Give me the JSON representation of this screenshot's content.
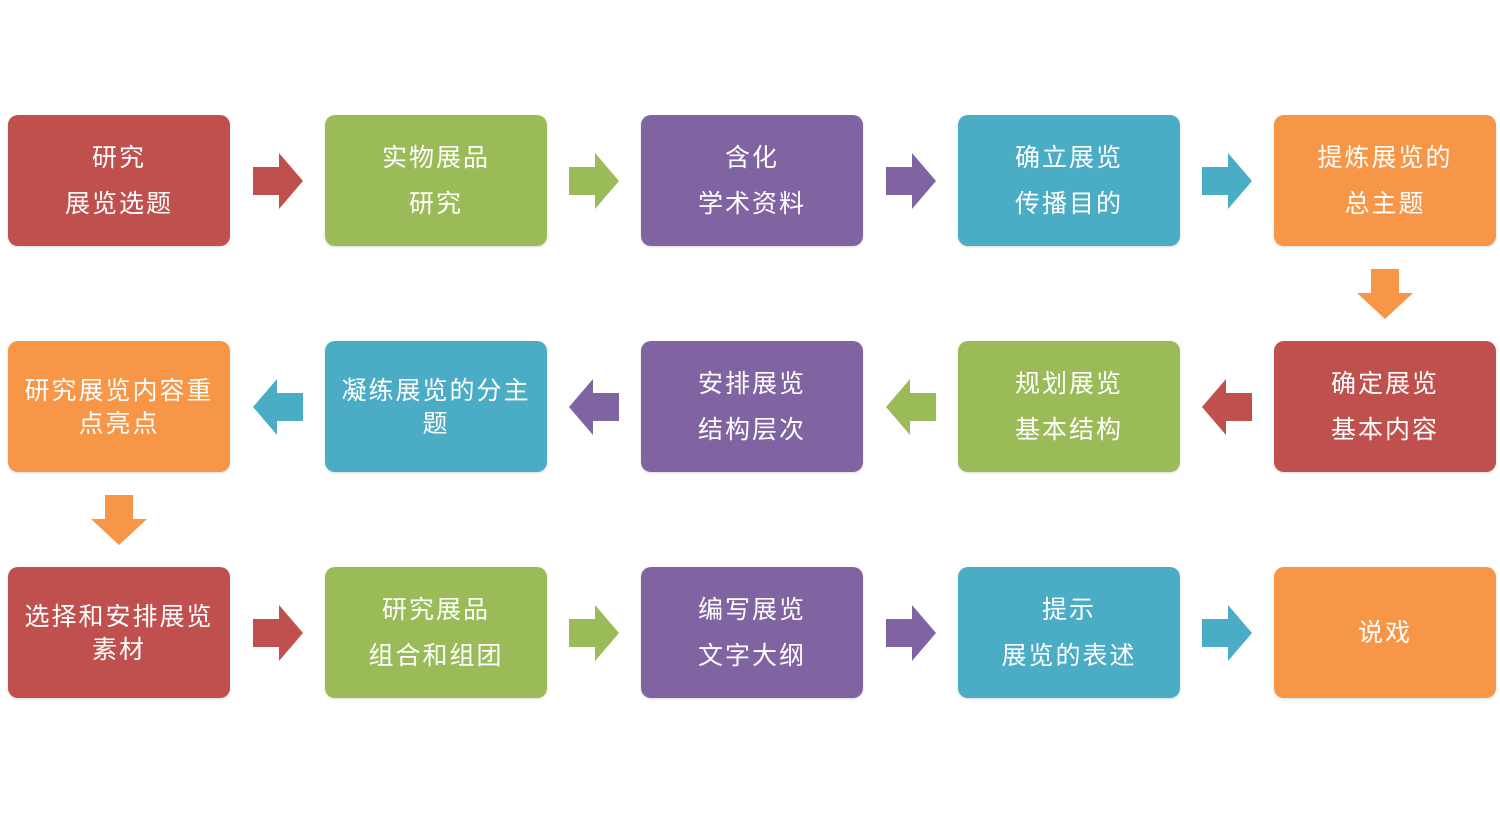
{
  "colors": {
    "red": "#c0504d",
    "green": "#9bbb59",
    "purple": "#8064a2",
    "teal": "#4bacc6",
    "orange": "#f79646"
  },
  "steps": [
    {
      "lines": [
        "研究",
        "展览选题"
      ],
      "color": "red"
    },
    {
      "lines": [
        "实物展品",
        "研究"
      ],
      "color": "green"
    },
    {
      "lines": [
        "含化",
        "学术资料"
      ],
      "color": "purple"
    },
    {
      "lines": [
        "确立展览",
        "传播目的"
      ],
      "color": "teal"
    },
    {
      "lines": [
        "提炼展览的",
        "总主题"
      ],
      "color": "orange"
    },
    {
      "lines": [
        "确定展览",
        "基本内容"
      ],
      "color": "red"
    },
    {
      "lines": [
        "规划展览",
        "基本结构"
      ],
      "color": "green"
    },
    {
      "lines": [
        "安排展览",
        "结构层次"
      ],
      "color": "purple"
    },
    {
      "lines": [
        "凝练展览的分主",
        "题"
      ],
      "color": "teal"
    },
    {
      "lines": [
        "研究展览内容重",
        "点亮点"
      ],
      "color": "orange"
    },
    {
      "lines": [
        "选择和安排展览",
        "素材"
      ],
      "color": "red"
    },
    {
      "lines": [
        "研究展品",
        "组合和组团"
      ],
      "color": "green"
    },
    {
      "lines": [
        "编写展览",
        "文字大纲"
      ],
      "color": "purple"
    },
    {
      "lines": [
        "提示",
        "展览的表述"
      ],
      "color": "teal"
    },
    {
      "lines": [
        "说戏"
      ],
      "color": "orange"
    }
  ],
  "arrows": [
    {
      "from": 1,
      "to": 2,
      "direction": "right",
      "color": "red"
    },
    {
      "from": 2,
      "to": 3,
      "direction": "right",
      "color": "green"
    },
    {
      "from": 3,
      "to": 4,
      "direction": "right",
      "color": "purple"
    },
    {
      "from": 4,
      "to": 5,
      "direction": "right",
      "color": "teal"
    },
    {
      "from": 5,
      "to": 6,
      "direction": "down",
      "color": "orange"
    },
    {
      "from": 6,
      "to": 7,
      "direction": "left",
      "color": "red"
    },
    {
      "from": 7,
      "to": 8,
      "direction": "left",
      "color": "green"
    },
    {
      "from": 8,
      "to": 9,
      "direction": "left",
      "color": "purple"
    },
    {
      "from": 9,
      "to": 10,
      "direction": "left",
      "color": "teal"
    },
    {
      "from": 10,
      "to": 11,
      "direction": "down",
      "color": "orange"
    },
    {
      "from": 11,
      "to": 12,
      "direction": "right",
      "color": "red"
    },
    {
      "from": 12,
      "to": 13,
      "direction": "right",
      "color": "green"
    },
    {
      "from": 13,
      "to": 14,
      "direction": "right",
      "color": "purple"
    },
    {
      "from": 14,
      "to": 15,
      "direction": "right",
      "color": "teal"
    }
  ]
}
